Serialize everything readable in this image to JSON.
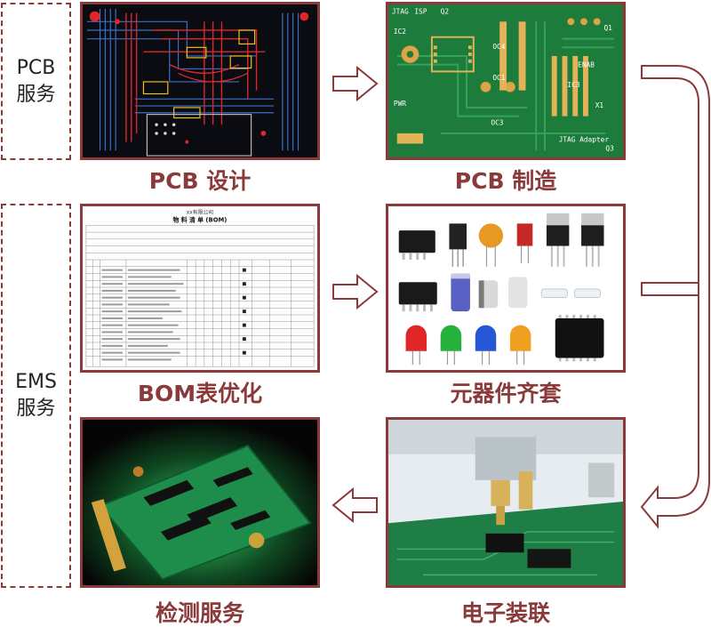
{
  "groups": {
    "pcb": "PCB\n服务",
    "ems": "EMS\n服务"
  },
  "captions": {
    "pcb_design": "PCB 设计",
    "pcb_manufacturing": "PCB 制造",
    "bom": "BOM表优化",
    "components": "元器件齐套",
    "inspection": "检测服务",
    "assembly": "电子装联"
  },
  "bom_sheet": {
    "company": "xx有限公司",
    "title": "物 料 清 单 (BOM)"
  },
  "board_labels": [
    "JTAG",
    "ISP",
    "Q2",
    "IC2",
    "OC4",
    "OC1",
    "PWR",
    "ENAB",
    "IC3",
    "OC3",
    "X1",
    "JTAG Adapter",
    "Q3",
    "Q1"
  ],
  "colors": {
    "accent": "#8a3a3a"
  }
}
